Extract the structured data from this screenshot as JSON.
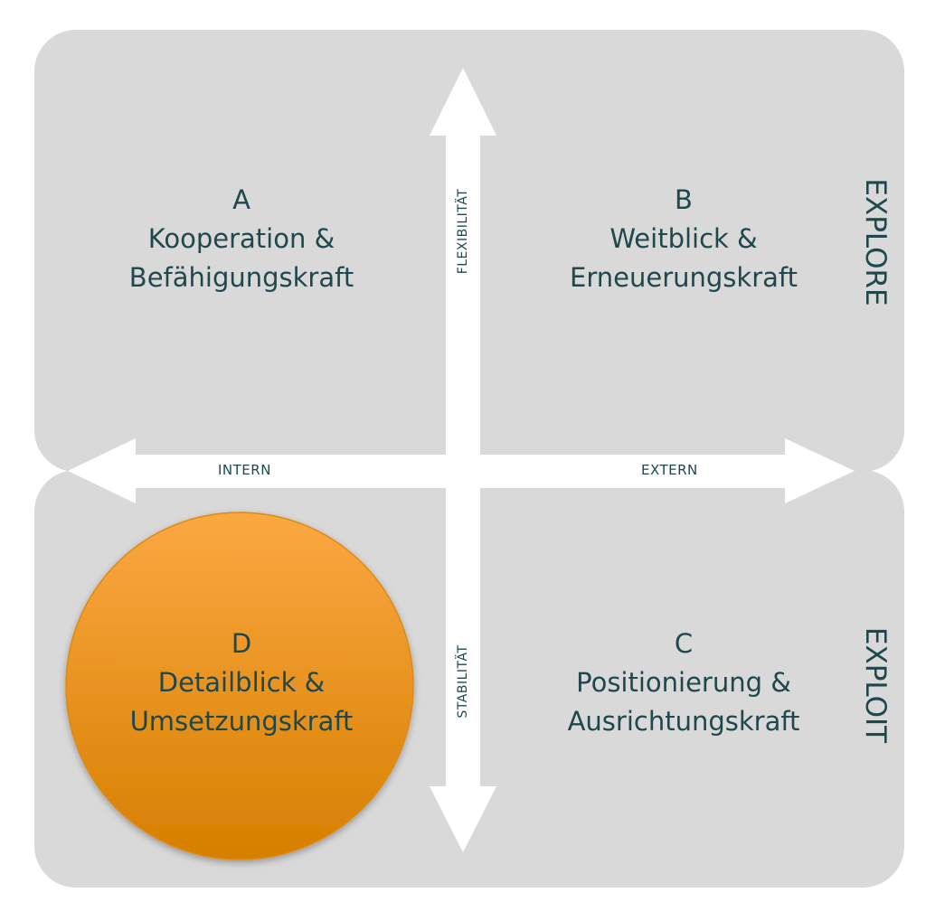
{
  "quadrants": [
    {
      "letter": "A",
      "line1": "Kooperation &",
      "line2": "Befähigungskraft"
    },
    {
      "letter": "B",
      "line1": "Weitblick &",
      "line2": "Erneuerungskraft"
    },
    {
      "letter": "C",
      "line1": "Positionierung &",
      "line2": "Ausrichtungskraft"
    },
    {
      "letter": "D",
      "line1": "Detailblick &",
      "line2": "Umsetzungskraft"
    }
  ],
  "axes": {
    "up": "FLEXIBILITÄT",
    "down": "STABILITÄT",
    "left": "INTERN",
    "right": "EXTERN"
  },
  "rows": {
    "top": "EXPLORE",
    "bottom": "EXPLOIT"
  },
  "highlighted": "D",
  "colors": {
    "panel": "#d9d9d9",
    "text": "#1f484d",
    "highlight_top": "#fba842",
    "highlight_bottom": "#d67f00"
  }
}
